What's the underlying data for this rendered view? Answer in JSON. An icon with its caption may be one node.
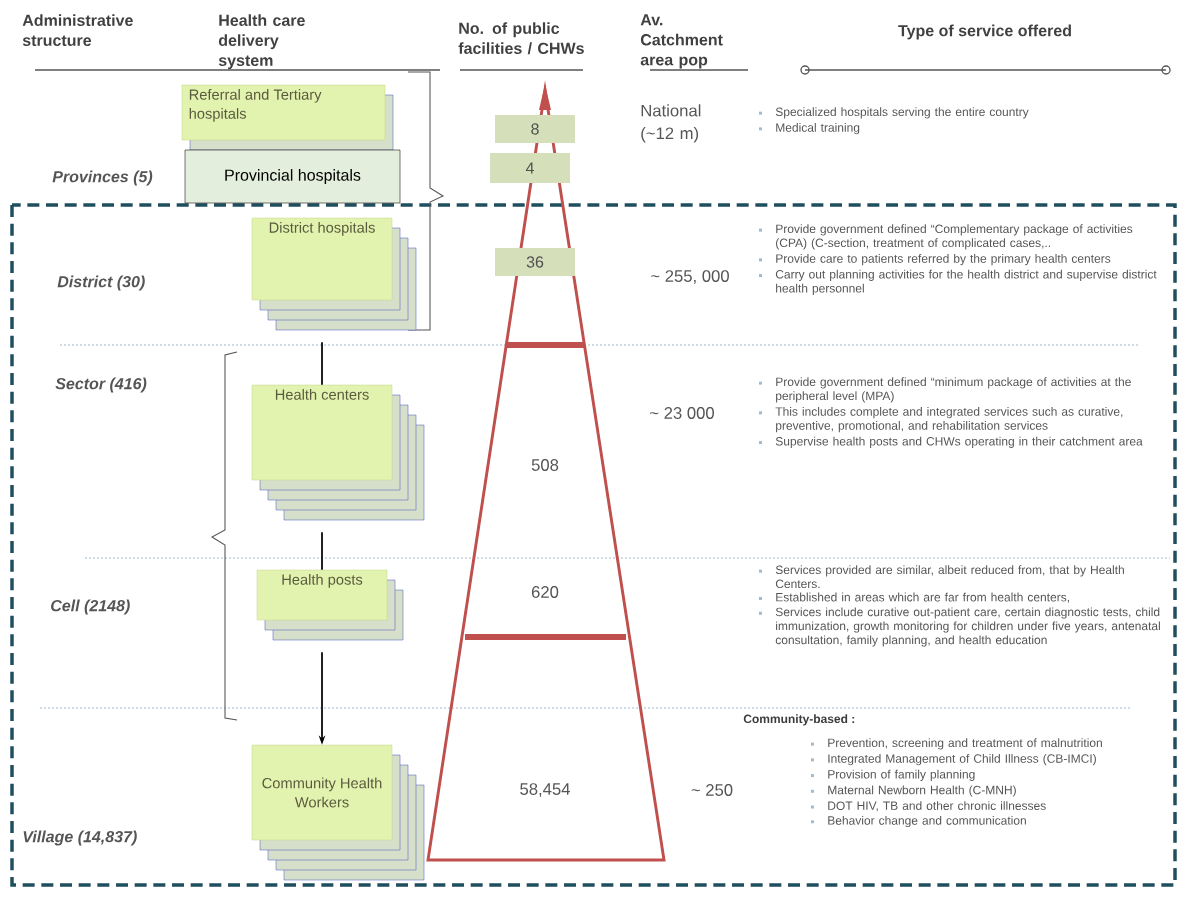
{
  "diagram": {
    "nodes": [
      {
        "text": [
          "Referral and Tertiary hospitals"
        ]
      },
      {
        "text": [
          "Provincial hospitals"
        ]
      },
      {
        "text": [
          "District hospitals"
        ]
      },
      {
        "text": [
          "Health centers"
        ]
      },
      {
        "text": [
          "Health posts"
        ]
      },
      {
        "text": [
          "Community Health Workers"
        ]
      },
      {
        "text": [
          "8"
        ]
      },
      {
        "text": [
          "4"
        ]
      },
      {
        "text": [
          "36"
        ]
      }
    ],
    "edges": [
      {
        "from": 2,
        "to": 3,
        "arrow": "none"
      },
      {
        "from": 3,
        "to": 4,
        "arrow": "none"
      },
      {
        "from": 4,
        "to": 5,
        "arrow": "to"
      }
    ],
    "labels": [
      "Administrative structure",
      "Health care delivery system",
      "No. of public facilities / CHWs",
      "Av. Catchment area pop",
      "Type of service offered",
      "National (~12 m)",
      "Specialized hospitals serving the entire country",
      "Medical training",
      "Provinces (5)",
      "Provide government defined “Complementary package of activities (CPA) (C-section, treatment of complicated cases,..",
      "District (30)",
      "~ 255, 000",
      "Provide care to patients referred by the primary health centers",
      "Carry out planning activities for the health district and supervise district health personnel",
      "Sector (416)",
      "508",
      "~ 23 000",
      "Provide government defined “minimum package of activities at the peripheral level (MPA)",
      "This includes complete and integrated services such as curative, preventive, promotional, and rehabilitation services",
      "Supervise health posts and CHWs operating in their catchment area",
      "Cell (2148)",
      "620",
      "Services provided are similar, albeit reduced from, that by Health Centers.",
      "Established in areas which are far from health centers,",
      "Services include curative out-patient care, certain diagnostic tests, child immunization, growth monitoring for children under five years, antenatal consultation, family planning, and health education",
      "Community-based :",
      "58,454",
      "~ 250",
      "Village (14,837)",
      "Prevention, screening and treatment of malnutrition",
      "Integrated Management of Child Illness (CB-IMCI)",
      "Provision of family planning",
      "Maternal Newborn Health (C-MNH)",
      "DOT HIV, TB and other chronic illnesses",
      "Behavior change and communication"
    ]
  }
}
